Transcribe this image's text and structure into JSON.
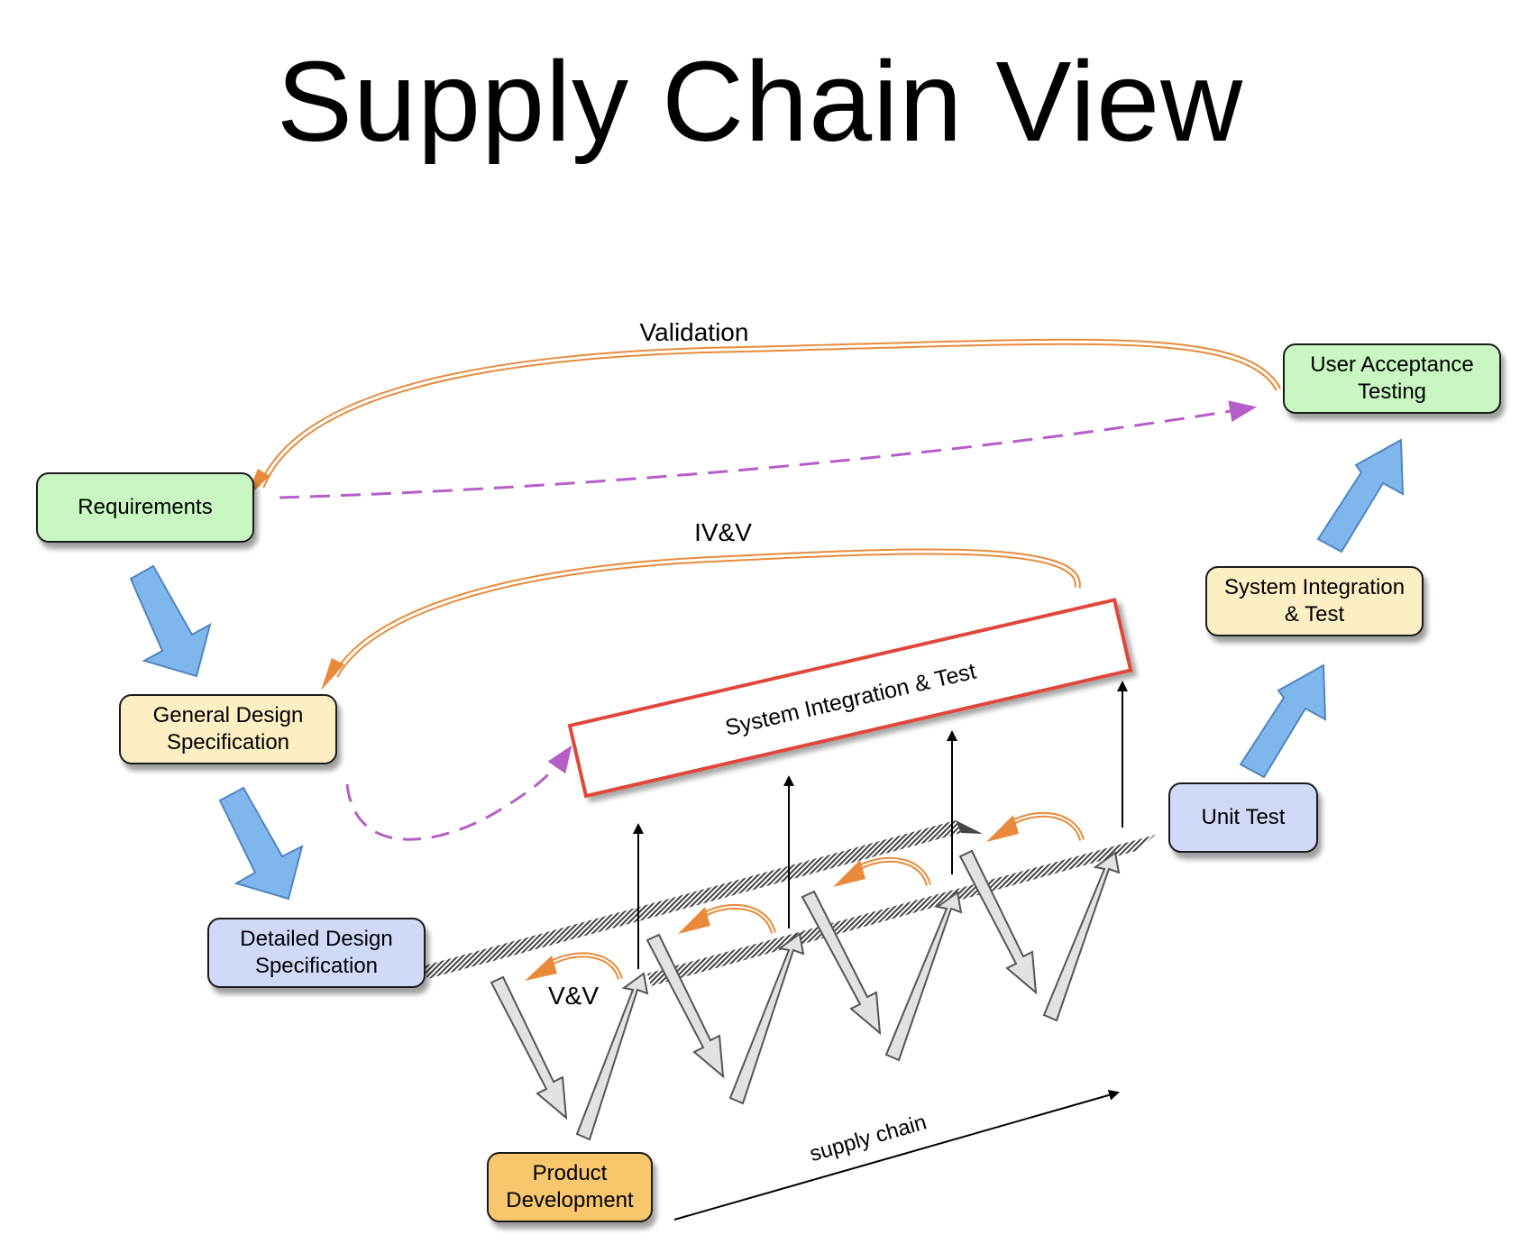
{
  "title": "Supply Chain View",
  "labels": {
    "validation": "Validation",
    "ivv": "IV&V",
    "vv": "V&V",
    "supply_chain": "supply chain"
  },
  "nodes": {
    "requirements": "Requirements",
    "general_design": "General Design\nSpecification",
    "detailed_design": "Detailed Design\nSpecification",
    "product_development": "Product\nDevelopment",
    "unit_test": "Unit Test",
    "system_integration": "System Integration\n& Test",
    "user_acceptance": "User Acceptance\nTesting"
  },
  "integration_bar": "System Integration & Test",
  "colors": {
    "requirements_fill": "#c8f7c1",
    "design_fill": "#fcefc4",
    "detail_fill": "#d1d9f8",
    "product_fill": "#f7c66d",
    "blue_arrow": "#7fb6ec",
    "orange_arrow": "#e88a3a",
    "purple_dash": "#b55dc8",
    "red_border": "#e0473a",
    "gray_arrow": "#e0e0e0"
  }
}
